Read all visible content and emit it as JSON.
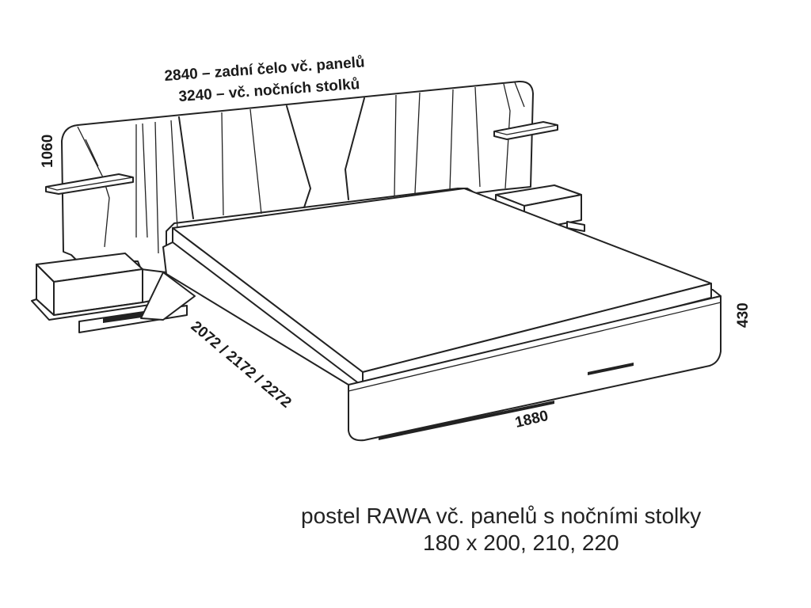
{
  "dimensions": {
    "headboard_width": "2840 – zadní čelo vč. panelů",
    "total_width": "3240 – vč. nočních stolků",
    "headboard_height": "1060",
    "bed_height": "430",
    "bed_lengths": "2072 / 2172 / 2272",
    "bed_width": "1880"
  },
  "caption": {
    "line1": "postel RAWA vč. panelů s nočními stolky",
    "line2": "180 x 200, 210, 220"
  }
}
